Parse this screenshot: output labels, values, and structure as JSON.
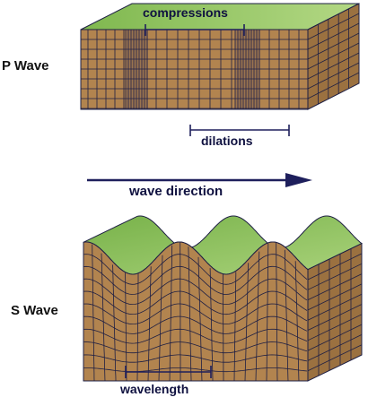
{
  "labels": {
    "p_wave": "P Wave",
    "s_wave": "S Wave",
    "compressions": "compressions",
    "dilations": "dilations",
    "wave_direction": "wave direction",
    "wavelength": "wavelength"
  },
  "colors": {
    "top_surface": "#8cc060",
    "top_surface_light": "#a8d27a",
    "block_brown": "#b2844f",
    "block_brown_dark": "#9b7140",
    "grid_line": "#1e1f44",
    "annotation": "#1e1f5c"
  }
}
